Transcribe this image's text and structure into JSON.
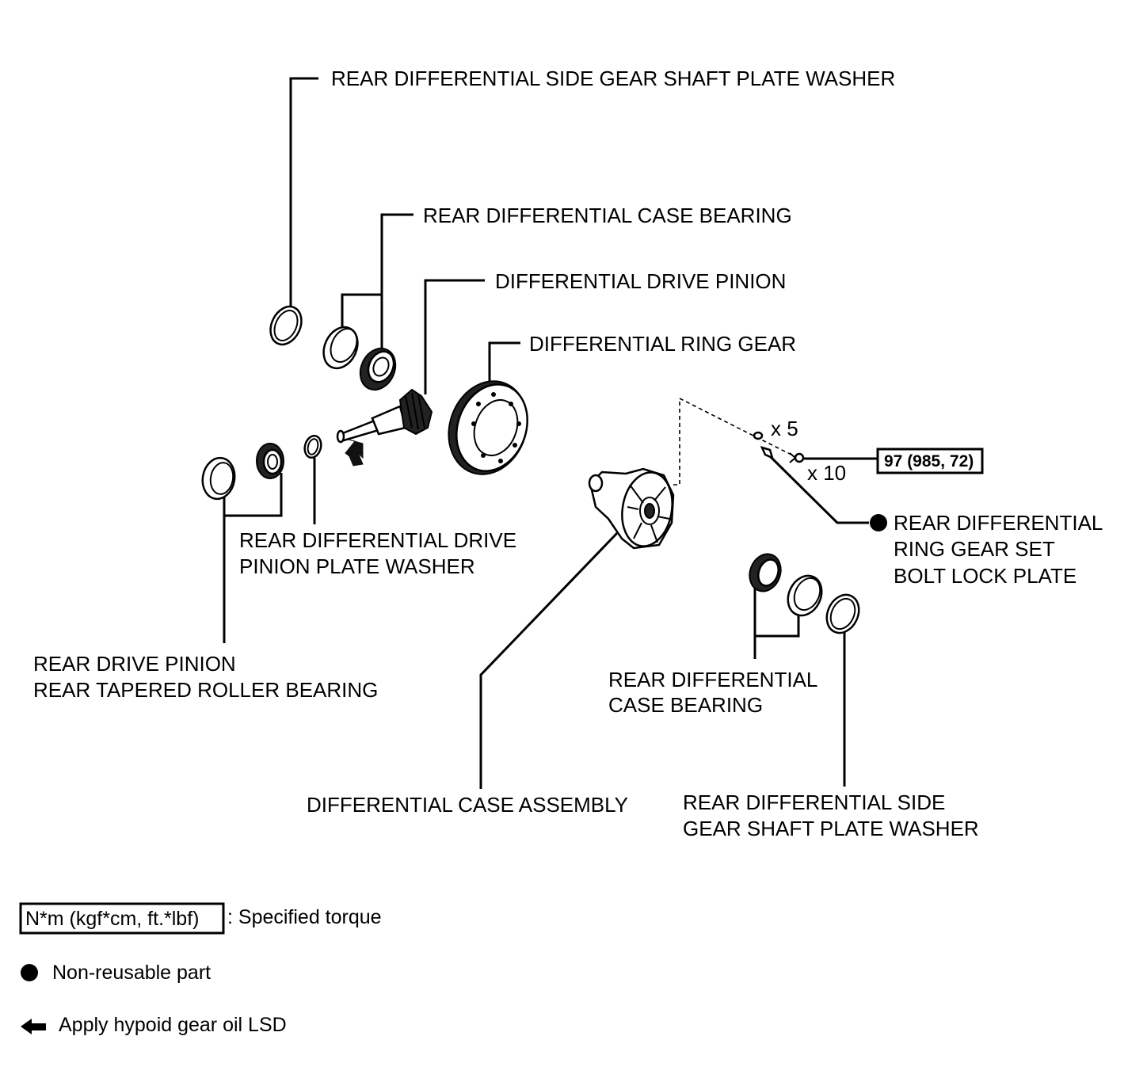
{
  "labels": {
    "side_gear_washer_top": "REAR DIFFERENTIAL SIDE GEAR SHAFT PLATE WASHER",
    "case_bearing_top": "REAR DIFFERENTIAL CASE BEARING",
    "drive_pinion": "DIFFERENTIAL DRIVE PINION",
    "ring_gear": "DIFFERENTIAL RING GEAR",
    "pinion_plate_washer_1": "REAR DIFFERENTIAL DRIVE",
    "pinion_plate_washer_2": "PINION PLATE WASHER",
    "roller_bearing_1": "REAR DRIVE PINION",
    "roller_bearing_2": "REAR TAPERED ROLLER BEARING",
    "lock_plate_1": "REAR DIFFERENTIAL",
    "lock_plate_2": "RING GEAR SET",
    "lock_plate_3": "BOLT LOCK PLATE",
    "case_bearing_bottom_1": "REAR DIFFERENTIAL",
    "case_bearing_bottom_2": "CASE BEARING",
    "case_assembly": "DIFFERENTIAL CASE ASSEMBLY",
    "side_gear_washer_bottom_1": "REAR DIFFERENTIAL SIDE",
    "side_gear_washer_bottom_2": "GEAR SHAFT PLATE WASHER"
  },
  "quantities": {
    "lock_plate_qty": "x 5",
    "bolt_qty": "x 10"
  },
  "torque": {
    "value": "97 (985, 72)"
  },
  "legend": {
    "torque_unit": "N*m (kgf*cm, ft.*lbf)",
    "torque_desc": ": Specified torque",
    "non_reusable": "Non-reusable part",
    "apply_oil": "Apply hypoid gear oil LSD"
  }
}
